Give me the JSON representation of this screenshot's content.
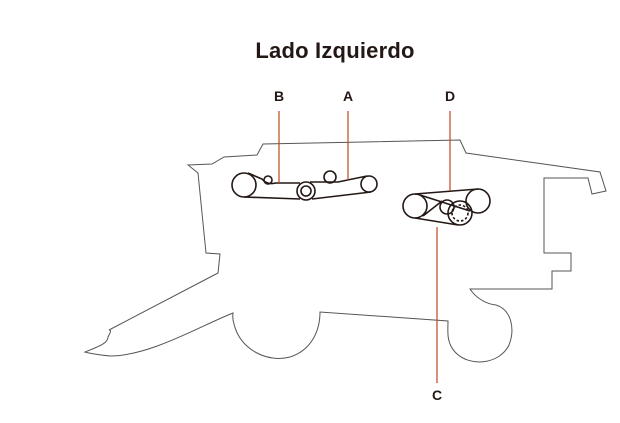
{
  "title": "Lado Izquierdo",
  "callouts": [
    {
      "id": "A",
      "label": "A"
    },
    {
      "id": "B",
      "label": "B"
    },
    {
      "id": "C",
      "label": "C"
    },
    {
      "id": "D",
      "label": "D"
    }
  ],
  "colors": {
    "outline": "#555555",
    "belt": "#231815",
    "leader": "#c1451e",
    "text": "#231815"
  }
}
